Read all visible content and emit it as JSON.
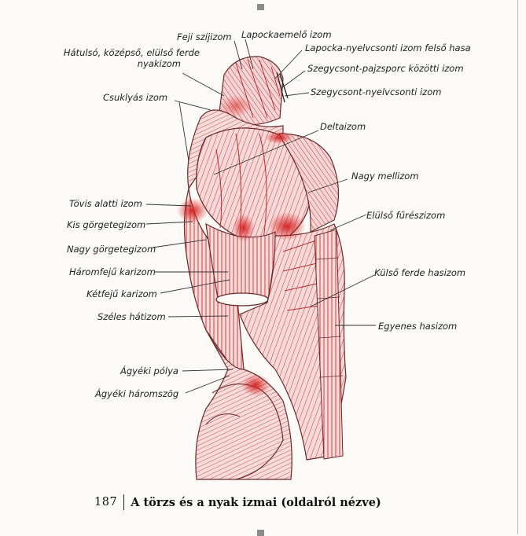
{
  "figure": {
    "labels_left": [
      {
        "id": "hatulso",
        "text": "Hátulsó, középső, elülső ferde"
      },
      {
        "id": "nyakizom",
        "text": "nyakizom"
      },
      {
        "id": "csuklyas",
        "text": "Csuklyás izom"
      },
      {
        "id": "tovis",
        "text": "Tövis alatti izom"
      },
      {
        "id": "kis",
        "text": "Kis görgetegizom"
      },
      {
        "id": "nagyg",
        "text": "Nagy görgetegizom"
      },
      {
        "id": "haromfeju",
        "text": "Háromfejű karizom"
      },
      {
        "id": "ketfeju",
        "text": "Kétfejű karizom"
      },
      {
        "id": "szeles",
        "text": "Széles hátizom"
      },
      {
        "id": "agyekip",
        "text": "Ágyéki pólya"
      },
      {
        "id": "agyekih",
        "text": "Ágyéki háromszög"
      }
    ],
    "labels_top": [
      {
        "id": "feji",
        "text": "Feji szíjizom"
      },
      {
        "id": "lapockaemelo",
        "text": "Lapockaemelő izom"
      }
    ],
    "labels_right": [
      {
        "id": "lapocka_nyelv",
        "text": "Lapocka-nyelvcsonti izom felső hasa"
      },
      {
        "id": "szegy_pajzs",
        "text": "Szegycsont-pajzsporc közötti izom"
      },
      {
        "id": "szegy_nyelv",
        "text": "Szegycsont-nyelvcsonti izom"
      },
      {
        "id": "delta",
        "text": "Deltaizom"
      },
      {
        "id": "nagym",
        "text": "Nagy mellizom"
      },
      {
        "id": "elulso_fur",
        "text": "Elülső fűrészizom"
      },
      {
        "id": "kulso_ferde",
        "text": "Külső ferde hasizom"
      },
      {
        "id": "egyenes",
        "text": "Egyenes hasizom"
      }
    ]
  },
  "caption": {
    "number": "187",
    "title": "A törzs és a nyak izmai (oldalról nézve)"
  }
}
